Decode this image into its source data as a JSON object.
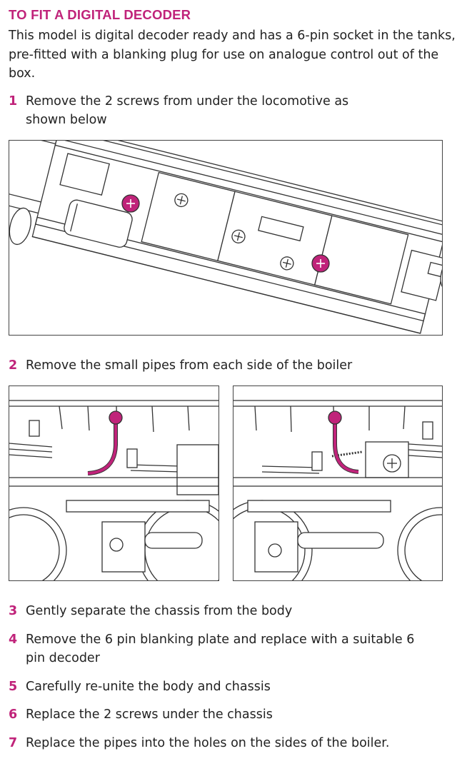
{
  "heading": "TO FIT A DIGITAL DECODER",
  "intro": "This model is digital decoder ready and has a 6-pin socket in the tanks, pre-fitted with a blanking plug for use on analogue control out of the box.",
  "accent_color": "#c0237a",
  "steps": [
    {
      "num": "1",
      "text": "Remove the 2 screws from under the locomotive as shown below"
    },
    {
      "num": "2",
      "text": "Remove the small pipes from each side of the boiler"
    },
    {
      "num": "3",
      "text": "Gently separate the chassis from the body"
    },
    {
      "num": "4",
      "text": "Remove the 6 pin blanking plate and replace with a suitable 6 pin decoder"
    },
    {
      "num": "5",
      "text": "Carefully re-unite the body and chassis"
    },
    {
      "num": "6",
      "text": "Replace the 2 screws under the chassis"
    },
    {
      "num": "7",
      "text": "Replace the pipes into the holes on the sides of the boiler."
    }
  ]
}
